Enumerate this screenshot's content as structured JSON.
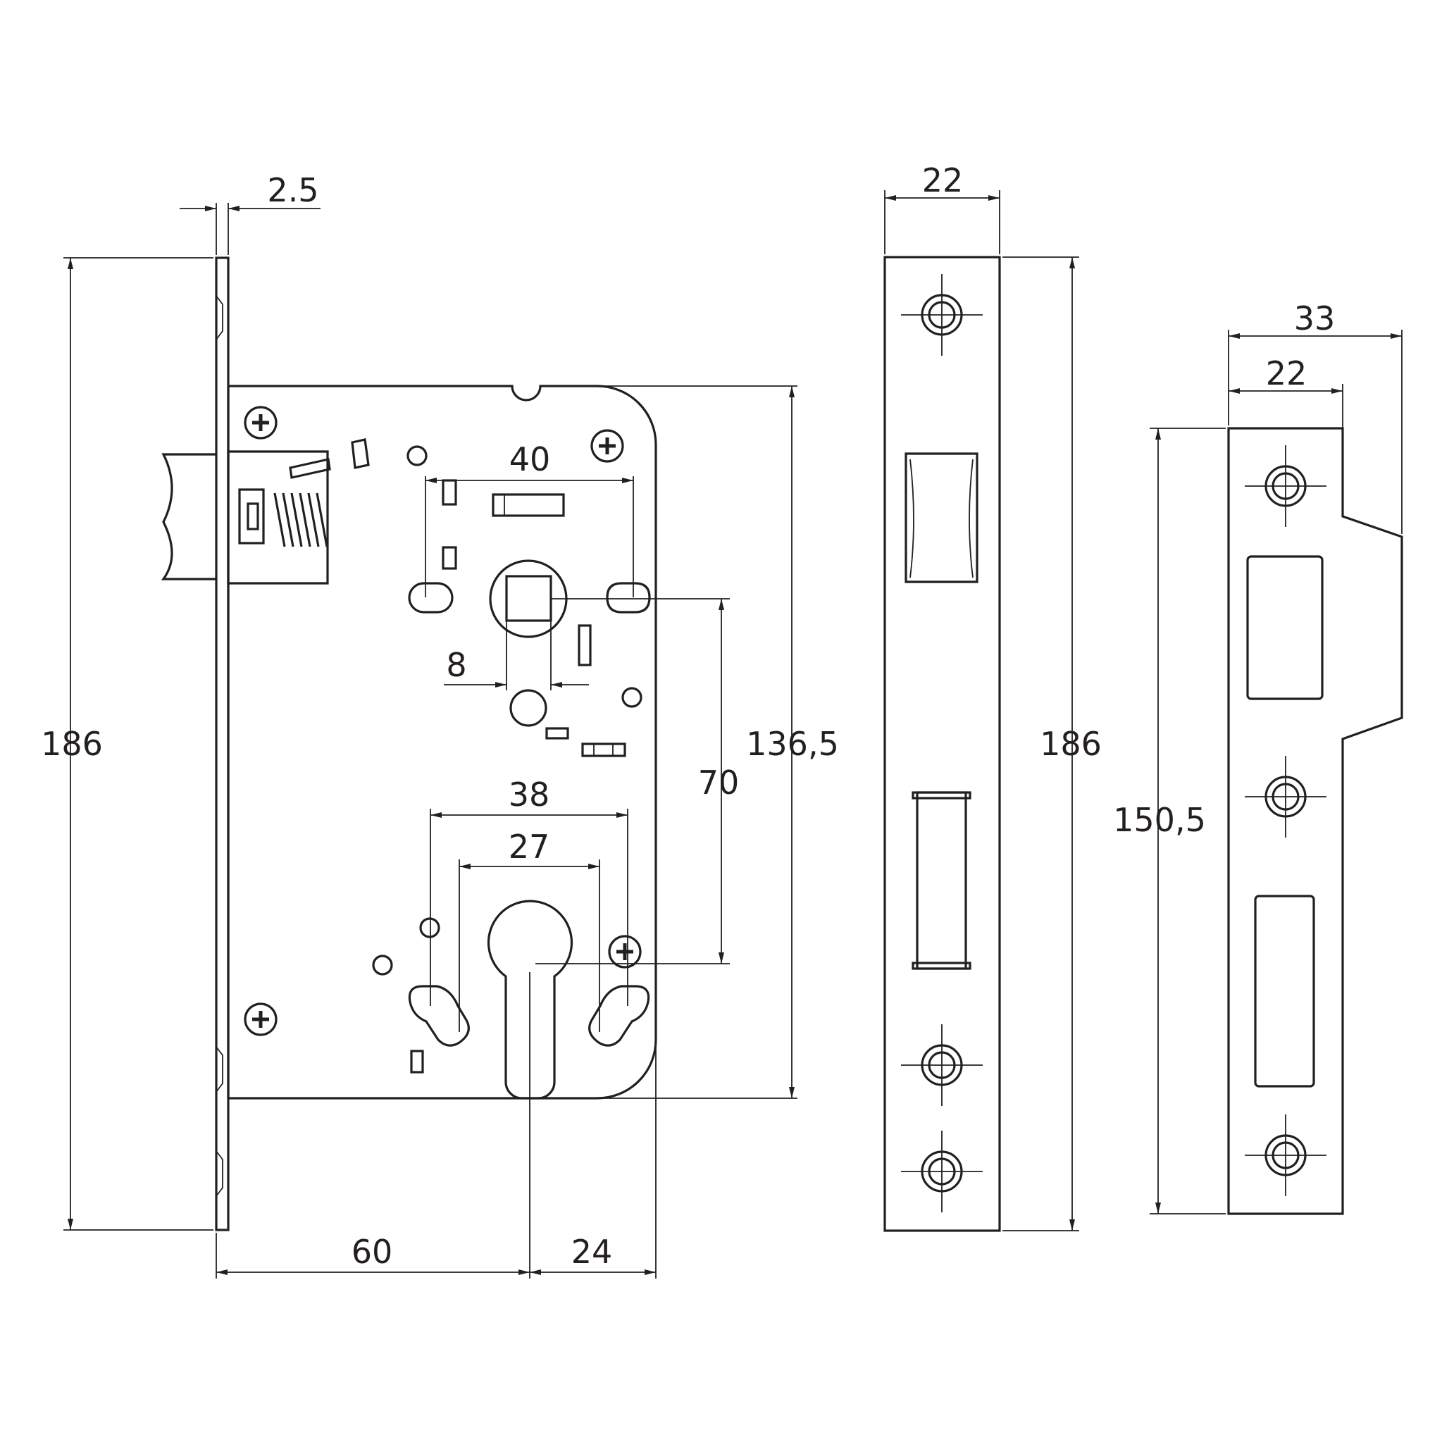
{
  "diagram": {
    "dimensions": {
      "faceplate_thickness": "2.5",
      "faceplate_height": "186",
      "case_height": "136,5",
      "follower_to_cylinder": "70",
      "fixing_hole_spacing": "40",
      "spindle_square": "8",
      "cylinder_hole_spacing_outer": "38",
      "cylinder_hole_spacing_inner": "27",
      "backset": "60",
      "cylinder_to_case_edge": "24",
      "faceplate_width": "22",
      "faceplate_height_front": "186",
      "striker_width_total": "33",
      "striker_width": "22",
      "striker_height": "150,5"
    }
  }
}
